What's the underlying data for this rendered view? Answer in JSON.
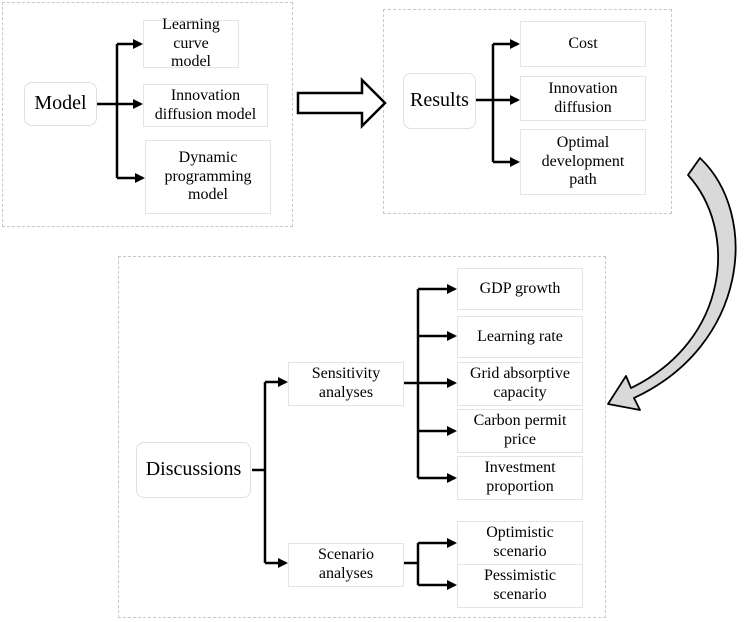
{
  "model_panel": {
    "root": "Model",
    "children": [
      "Learning curve\nmodel",
      "Innovation\ndiffusion model",
      "Dynamic\nprogramming\nmodel"
    ]
  },
  "results_panel": {
    "root": "Results",
    "children": [
      "Cost",
      "Innovation\ndiffusion",
      "Optimal\ndevelopment\npath"
    ]
  },
  "discussions_panel": {
    "root": "Discussions",
    "sensitivity": {
      "label": "Sensitivity\nanalyses",
      "children": [
        "GDP growth",
        "Learning rate",
        "Grid absorptive\ncapacity",
        "Carbon permit\nprice",
        "Investment\nproportion"
      ]
    },
    "scenario": {
      "label": "Scenario\nanalyses",
      "children": [
        "Optimistic\nscenario",
        "Pessimistic\nscenario"
      ]
    }
  },
  "colors": {
    "line": "#000000",
    "dashed_border": "#c8c8c8",
    "curved_arrow_fill": "#d9d9d9"
  }
}
